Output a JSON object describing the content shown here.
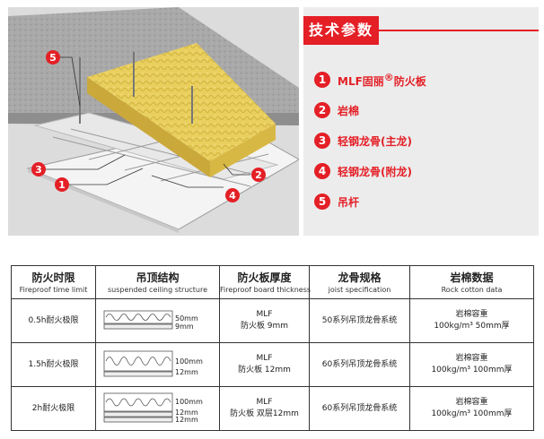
{
  "diagram": {
    "callouts": [
      "1",
      "2",
      "3",
      "4",
      "5"
    ]
  },
  "params": {
    "title": "技术参数",
    "items": [
      {
        "num": "1",
        "text": "MLF固丽",
        "mark": "®",
        "suffix": "防火板"
      },
      {
        "num": "2",
        "text": "岩棉",
        "mark": "",
        "suffix": ""
      },
      {
        "num": "3",
        "text": "轻钢龙骨(主龙)",
        "mark": "",
        "suffix": ""
      },
      {
        "num": "4",
        "text": "轻钢龙骨(附龙)",
        "mark": "",
        "suffix": ""
      },
      {
        "num": "5",
        "text": "吊杆",
        "mark": "",
        "suffix": ""
      }
    ]
  },
  "table": {
    "headers": [
      {
        "zh": "防火时限",
        "en": "Fireproof time limit"
      },
      {
        "zh": "吊顶结构",
        "en": "suspended ceiling structure"
      },
      {
        "zh": "防火板厚度",
        "en": "Fireproof board thickness"
      },
      {
        "zh": "龙骨规格",
        "en": "joist specification"
      },
      {
        "zh": "岩棉数据",
        "en": "Rock cotton data"
      }
    ],
    "rows": [
      {
        "limit": "0.5h耐火极限",
        "dims": [
          "50mm",
          "9mm"
        ],
        "board1": "MLF",
        "board2": "防火板 9mm",
        "joist": "50系列吊顶龙骨系统",
        "wool1": "岩棉容重",
        "wool2": "100kg/m³ 50mm厚"
      },
      {
        "limit": "1.5h耐火极限",
        "dims": [
          "100mm",
          "12mm"
        ],
        "board1": "MLF",
        "board2": "防火板 12mm",
        "joist": "60系列吊顶龙骨系统",
        "wool1": "岩棉容重",
        "wool2": "100kg/m³ 100mm厚"
      },
      {
        "limit": "2h耐火极限",
        "dims": [
          "100mm",
          "12mm",
          "12mm"
        ],
        "board1": "MLF",
        "board2": "防火板 双层12mm",
        "joist": "60系列吊顶龙骨系统",
        "wool1": "岩棉容重",
        "wool2": "100kg/m³ 100mm厚"
      }
    ]
  }
}
